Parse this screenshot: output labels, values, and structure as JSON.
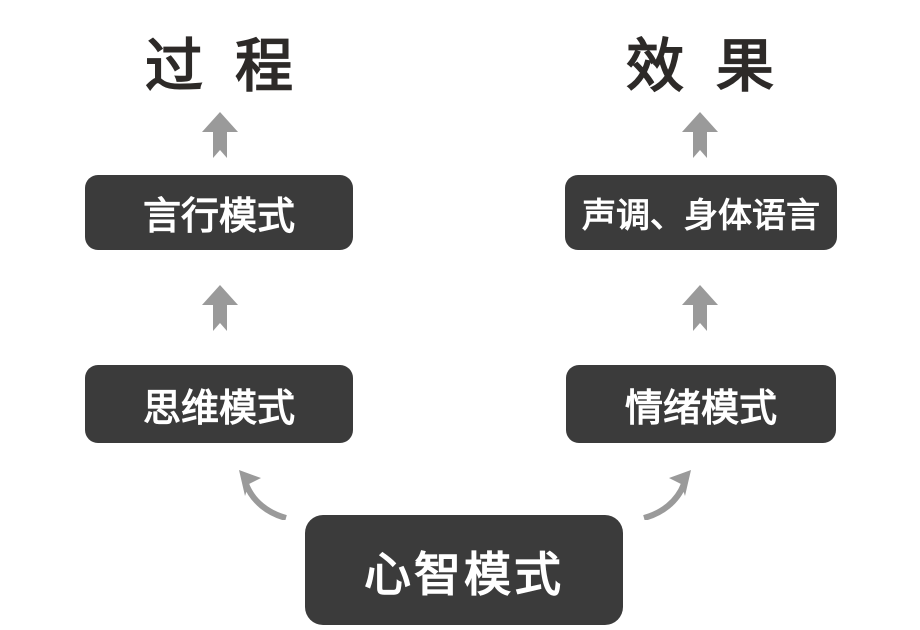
{
  "titles": {
    "process": "过 程",
    "effect": "效 果"
  },
  "boxes": {
    "speech_behavior": "言行模式",
    "tone_body_language": "声调、身体语言",
    "thinking": "思维模式",
    "emotion": "情绪模式",
    "mental_model": "心智模式"
  },
  "icons": {
    "up_arrow": "swallowtail-up-arrow",
    "curved_arrow_left": "curved-swoosh-arrow-up-left",
    "curved_arrow_right": "curved-swoosh-arrow-up-right"
  },
  "colors": {
    "background": "#ffffff",
    "box_fill": "#3b3b3b",
    "box_text": "#ffffff",
    "title_text": "#2d2a28",
    "arrow": "#9a9a9a"
  }
}
